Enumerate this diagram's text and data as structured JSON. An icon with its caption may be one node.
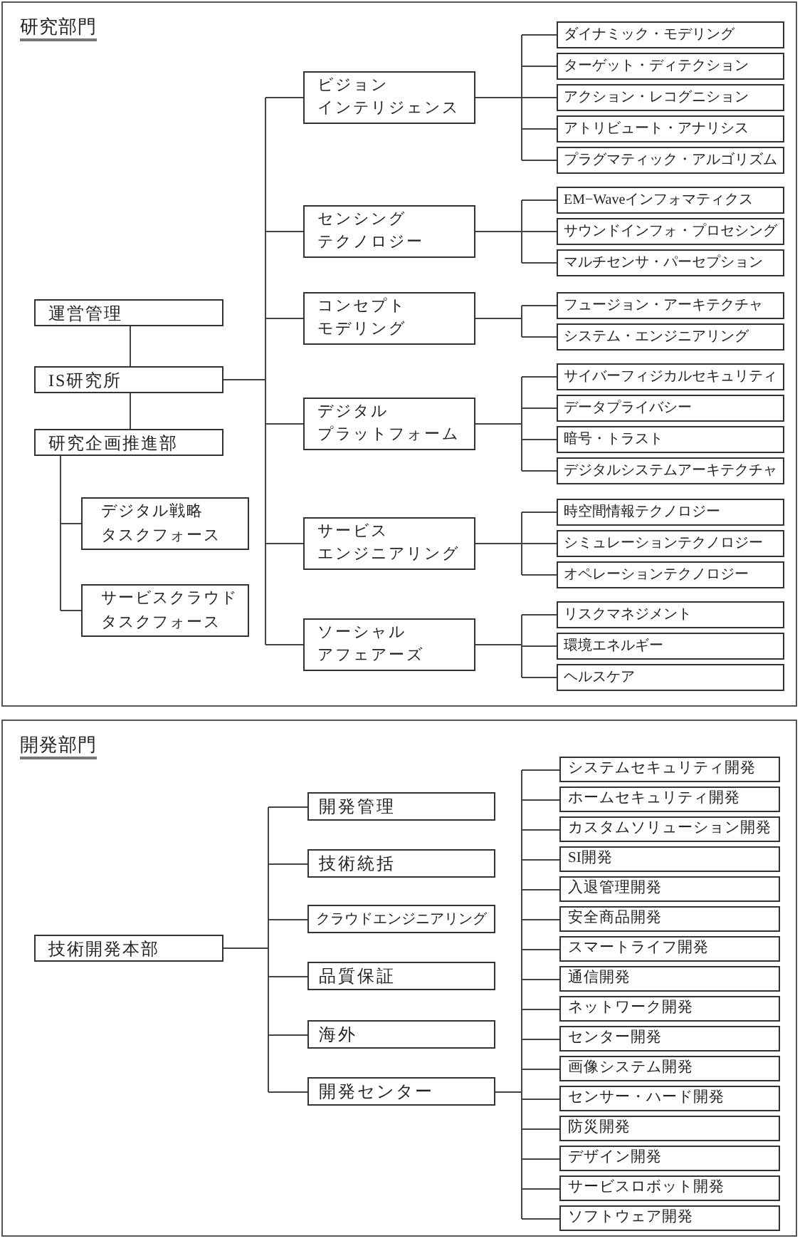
{
  "diagram": {
    "nodes": [
      {
        "text": [
          "研究部門"
        ]
      },
      {
        "text": [
          "運営管理"
        ],
        "in": 0
      },
      {
        "text": [
          "IS研究所"
        ],
        "in": 0
      },
      {
        "text": [
          "研究企画推進部"
        ],
        "in": 0
      },
      {
        "text": [
          "デジタル戦略タスクフォース"
        ],
        "in": 0
      },
      {
        "text": [
          "サービスクラウドタスクフォース"
        ],
        "in": 0
      },
      {
        "text": [
          "ビジョンインテリジェンス"
        ],
        "in": 0
      },
      {
        "text": [
          "ダイナミック・モデリング"
        ],
        "in": 0
      },
      {
        "text": [
          "ターゲット・ディテクション"
        ],
        "in": 0
      },
      {
        "text": [
          "アクション・レコグニション"
        ],
        "in": 0
      },
      {
        "text": [
          "アトリビュート・アナリシス"
        ],
        "in": 0
      },
      {
        "text": [
          "プラグマティック・アルゴリズム"
        ],
        "in": 0
      },
      {
        "text": [
          "センシングテクノロジー"
        ],
        "in": 0
      },
      {
        "text": [
          "EM−Waveインフォマティクス"
        ],
        "in": 0
      },
      {
        "text": [
          "サウンドインフォ・プロセシング"
        ],
        "in": 0
      },
      {
        "text": [
          "マルチセンサ・パーセプション"
        ],
        "in": 0
      },
      {
        "text": [
          "コンセプトモデリング"
        ],
        "in": 0
      },
      {
        "text": [
          "フュージョン・アーキテクチャ"
        ],
        "in": 0
      },
      {
        "text": [
          "システム・エンジニアリング"
        ],
        "in": 0
      },
      {
        "text": [
          "デジタルプラットフォーム"
        ],
        "in": 0
      },
      {
        "text": [
          "サイバーフィジカルセキュリティ"
        ],
        "in": 0
      },
      {
        "text": [
          "データプライバシー"
        ],
        "in": 0
      },
      {
        "text": [
          "暗号・トラスト"
        ],
        "in": 0
      },
      {
        "text": [
          "デジタルシステムアーキテクチャ"
        ],
        "in": 0
      },
      {
        "text": [
          "サービスエンジニアリング"
        ],
        "in": 0
      },
      {
        "text": [
          "時空間情報テクノロジー"
        ],
        "in": 0
      },
      {
        "text": [
          "シミュレーションテクノロジー"
        ],
        "in": 0
      },
      {
        "text": [
          "オペレーションテクノロジー"
        ],
        "in": 0
      },
      {
        "text": [
          "ソーシャルアフェアーズ"
        ],
        "in": 0
      },
      {
        "text": [
          "リスクマネジメント"
        ],
        "in": 0
      },
      {
        "text": [
          "環境エネルギー"
        ],
        "in": 0
      },
      {
        "text": [
          "ヘルスケア"
        ],
        "in": 0
      },
      {
        "text": [
          "開発部門"
        ]
      },
      {
        "text": [
          "技術開発本部"
        ],
        "in": 32
      },
      {
        "text": [
          "開発管理"
        ],
        "in": 32
      },
      {
        "text": [
          "技術統括"
        ],
        "in": 32
      },
      {
        "text": [
          "クラウドエンジニアリング"
        ],
        "in": 32
      },
      {
        "text": [
          "品質保証"
        ],
        "in": 32
      },
      {
        "text": [
          "海外"
        ],
        "in": 32
      },
      {
        "text": [
          "開発センター"
        ],
        "in": 32
      },
      {
        "text": [
          "システムセキュリティ開発"
        ],
        "in": 32
      },
      {
        "text": [
          "ホームセキュリティ開発"
        ],
        "in": 32
      },
      {
        "text": [
          "カスタムソリューション開発"
        ],
        "in": 32
      },
      {
        "text": [
          "SI開発"
        ],
        "in": 32
      },
      {
        "text": [
          "入退管理開発"
        ],
        "in": 32
      },
      {
        "text": [
          "安全商品開発"
        ],
        "in": 32
      },
      {
        "text": [
          "スマートライフ開発"
        ],
        "in": 32
      },
      {
        "text": [
          "通信開発"
        ],
        "in": 32
      },
      {
        "text": [
          "ネットワーク開発"
        ],
        "in": 32
      },
      {
        "text": [
          "センター開発"
        ],
        "in": 32
      },
      {
        "text": [
          "画像システム開発"
        ],
        "in": 32
      },
      {
        "text": [
          "センサー・ハード開発"
        ],
        "in": 32
      },
      {
        "text": [
          "防災開発"
        ],
        "in": 32
      },
      {
        "text": [
          "デザイン開発"
        ],
        "in": 32
      },
      {
        "text": [
          "サービスロボット開発"
        ],
        "in": 32
      },
      {
        "text": [
          "ソフトウェア開発"
        ],
        "in": 32
      }
    ],
    "edges": [
      {
        "from": 1,
        "to": 2,
        "arrow": "none"
      },
      {
        "from": 2,
        "to": 3,
        "arrow": "none"
      },
      {
        "from": 3,
        "to": 4,
        "arrow": "none"
      },
      {
        "from": 3,
        "to": 5,
        "arrow": "none"
      },
      {
        "from": 2,
        "to": 6,
        "arrow": "none"
      },
      {
        "from": 2,
        "to": 12,
        "arrow": "none"
      },
      {
        "from": 2,
        "to": 16,
        "arrow": "none"
      },
      {
        "from": 2,
        "to": 19,
        "arrow": "none"
      },
      {
        "from": 2,
        "to": 24,
        "arrow": "none"
      },
      {
        "from": 2,
        "to": 28,
        "arrow": "none"
      },
      {
        "from": 6,
        "to": 7,
        "arrow": "none"
      },
      {
        "from": 6,
        "to": 8,
        "arrow": "none"
      },
      {
        "from": 6,
        "to": 9,
        "arrow": "none"
      },
      {
        "from": 6,
        "to": 10,
        "arrow": "none"
      },
      {
        "from": 6,
        "to": 11,
        "arrow": "none"
      },
      {
        "from": 12,
        "to": 13,
        "arrow": "none"
      },
      {
        "from": 12,
        "to": 14,
        "arrow": "none"
      },
      {
        "from": 12,
        "to": 15,
        "arrow": "none"
      },
      {
        "from": 16,
        "to": 17,
        "arrow": "none"
      },
      {
        "from": 16,
        "to": 18,
        "arrow": "none"
      },
      {
        "from": 19,
        "to": 20,
        "arrow": "none"
      },
      {
        "from": 19,
        "to": 21,
        "arrow": "none"
      },
      {
        "from": 19,
        "to": 22,
        "arrow": "none"
      },
      {
        "from": 19,
        "to": 23,
        "arrow": "none"
      },
      {
        "from": 24,
        "to": 25,
        "arrow": "none"
      },
      {
        "from": 24,
        "to": 26,
        "arrow": "none"
      },
      {
        "from": 24,
        "to": 27,
        "arrow": "none"
      },
      {
        "from": 28,
        "to": 29,
        "arrow": "none"
      },
      {
        "from": 28,
        "to": 30,
        "arrow": "none"
      },
      {
        "from": 28,
        "to": 31,
        "arrow": "none"
      },
      {
        "from": 33,
        "to": 34,
        "arrow": "none"
      },
      {
        "from": 33,
        "to": 35,
        "arrow": "none"
      },
      {
        "from": 33,
        "to": 36,
        "arrow": "none"
      },
      {
        "from": 33,
        "to": 37,
        "arrow": "none"
      },
      {
        "from": 33,
        "to": 38,
        "arrow": "none"
      },
      {
        "from": 33,
        "to": 39,
        "arrow": "none"
      },
      {
        "from": 39,
        "to": 40,
        "arrow": "none"
      },
      {
        "from": 39,
        "to": 41,
        "arrow": "none"
      },
      {
        "from": 39,
        "to": 42,
        "arrow": "none"
      },
      {
        "from": 39,
        "to": 43,
        "arrow": "none"
      },
      {
        "from": 39,
        "to": 44,
        "arrow": "none"
      },
      {
        "from": 39,
        "to": 45,
        "arrow": "none"
      },
      {
        "from": 39,
        "to": 46,
        "arrow": "none"
      },
      {
        "from": 39,
        "to": 47,
        "arrow": "none"
      },
      {
        "from": 39,
        "to": 48,
        "arrow": "none"
      },
      {
        "from": 39,
        "to": 49,
        "arrow": "none"
      },
      {
        "from": 39,
        "to": 50,
        "arrow": "none"
      },
      {
        "from": 39,
        "to": 51,
        "arrow": "none"
      },
      {
        "from": 39,
        "to": 52,
        "arrow": "none"
      },
      {
        "from": 39,
        "to": 53,
        "arrow": "none"
      },
      {
        "from": 39,
        "to": 54,
        "arrow": "none"
      },
      {
        "from": 39,
        "to": 55,
        "arrow": "none"
      }
    ]
  }
}
